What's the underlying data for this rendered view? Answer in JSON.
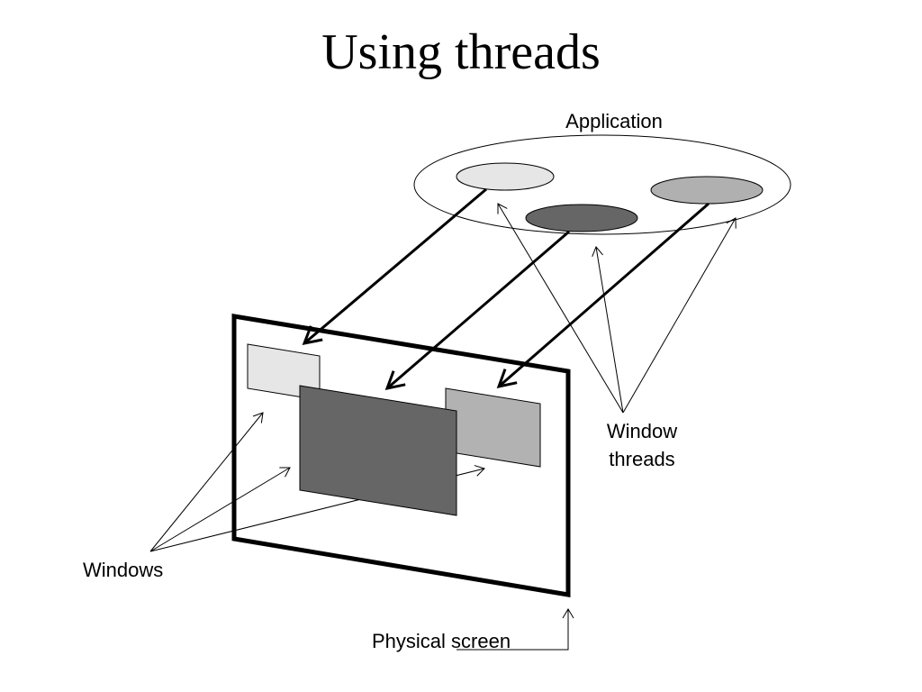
{
  "title": "Using threads",
  "labels": {
    "application": "Application",
    "window_threads_line1": "Window",
    "window_threads_line2": "threads",
    "windows": "Windows",
    "physical_screen": "Physical screen"
  },
  "colors": {
    "thread_light": "#e6e6e6",
    "thread_dark": "#666666",
    "thread_mid": "#b0b0b0",
    "window_light": "#e6e6e6",
    "window_dark": "#666666",
    "window_mid": "#b2b2b2",
    "stroke": "#000000"
  }
}
